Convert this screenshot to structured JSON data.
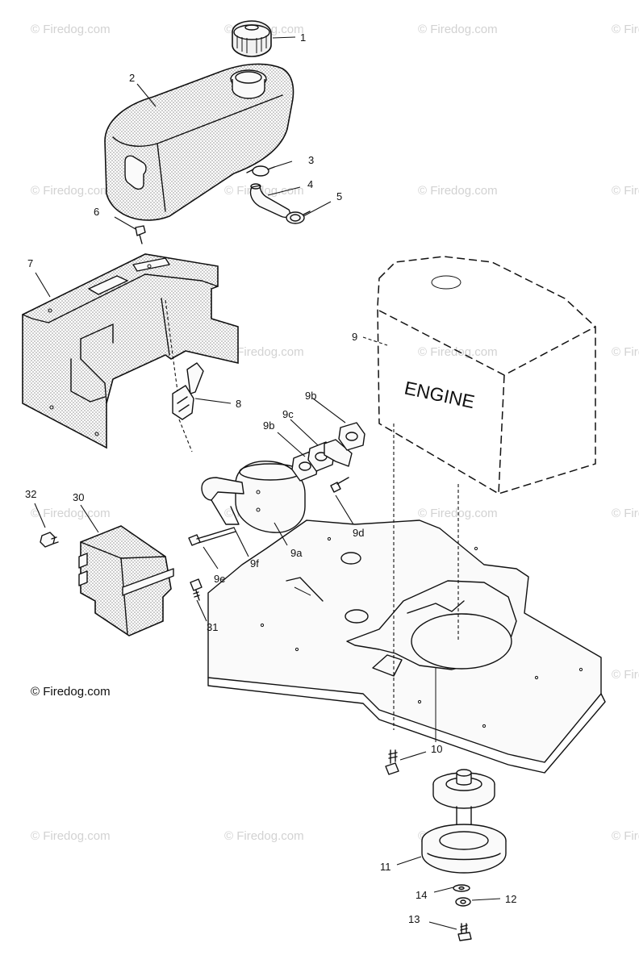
{
  "copyright": "© Firedog.com",
  "watermark": "© Firedog.com",
  "engine_label": "ENGINE",
  "callouts": {
    "c1": "1",
    "c2": "2",
    "c3": "3",
    "c4": "4",
    "c5": "5",
    "c6": "6",
    "c7": "7",
    "c8": "8",
    "c9": "9",
    "c9a": "9a",
    "c9b_1": "9b",
    "c9b_2": "9b",
    "c9c": "9c",
    "c9d": "9d",
    "c9e": "9e",
    "c9f": "9f",
    "c10": "10",
    "c11": "11",
    "c12": "12",
    "c13": "13",
    "c14": "14",
    "c30": "30",
    "c31": "31",
    "c32": "32"
  }
}
